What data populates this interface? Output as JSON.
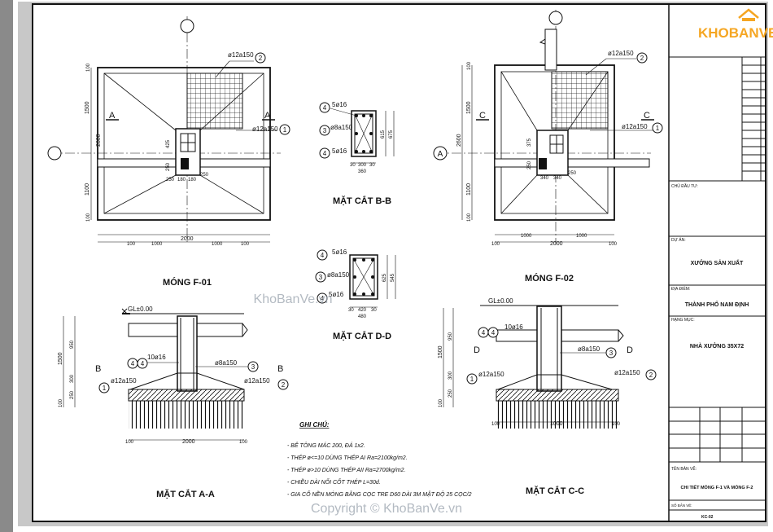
{
  "brand": {
    "logo_text": "KHOBANVE",
    "logo_color": "#f5a623",
    "watermark": "KhoBanVe.vn",
    "copyright": "Copyright © KhoBanVe.vn"
  },
  "plans": {
    "f01": {
      "title": "MÓNG F-01",
      "dims_bottom": [
        "100",
        "1000",
        "2000",
        "1000",
        "100"
      ],
      "dims_left": [
        "100",
        "1500",
        "2600",
        "1100",
        "100"
      ],
      "rebar_top": "ø12a150",
      "rebar_top_no": "2",
      "rebar_right": "ø12a150",
      "rebar_right_no": "1",
      "sec": "A",
      "col_dims": [
        "425",
        "250",
        "250",
        "180",
        "180",
        "250"
      ]
    },
    "f02": {
      "title": "MÓNG F-02",
      "dims_bottom": [
        "100",
        "1000",
        "2000",
        "1000",
        "100"
      ],
      "dims_left": [
        "100",
        "1500",
        "2600",
        "1100",
        "100"
      ],
      "rebar_top": "ø12a150",
      "rebar_top_no": "2",
      "rebar_right": "ø12a150",
      "rebar_right_no": "1",
      "sec": "C",
      "axis": "A",
      "col_dims": [
        "375",
        "250",
        "340",
        "340",
        "250"
      ]
    }
  },
  "sections": {
    "bb": {
      "title": "MẶT CẮT  B-B",
      "r4a": "5ø16",
      "r3": "ø8a150",
      "r4b": "5ø16",
      "no4": "4",
      "no3": "3",
      "dims_bottom": [
        "30",
        "300",
        "30",
        "360"
      ],
      "dims_right": [
        "675",
        "615"
      ]
    },
    "dd": {
      "title": "MẶT CẮT  D-D",
      "r4a": "5ø16",
      "r3": "ø8a150",
      "r4b": "5ø16",
      "no4": "4",
      "no3": "3",
      "dims_bottom": [
        "30",
        "420",
        "30",
        "480"
      ],
      "dims_right": [
        "545",
        "625"
      ]
    },
    "aa": {
      "title": "MẶT CẮT A-A",
      "gl": "GL±0.00",
      "r4": "10ø16",
      "r3": "ø8a150",
      "r1": "ø12a150",
      "r2": "ø12a150",
      "sec": "B",
      "dims_left": [
        "950",
        "1500",
        "300",
        "250",
        "100"
      ],
      "dims_bottom": [
        "100",
        "2000",
        "100"
      ]
    },
    "cc": {
      "title": "MẶT CẮT C-C",
      "gl": "GL±0.00",
      "r4": "10ø16",
      "r3": "ø8a150",
      "r1": "ø12a150",
      "r2": "ø12a150",
      "sec": "D",
      "dims_left": [
        "950",
        "1500",
        "300",
        "250",
        "100"
      ],
      "dims_bottom": [
        "100",
        "1000",
        "100"
      ]
    }
  },
  "notes": {
    "heading": "GHI CHÚ:",
    "lines": [
      "- BÊ TÔNG MÁC 200, ĐÁ 1x2.",
      "- THÉP   ø<=10 DÙNG THÉP AI Ra=2100kg/m2.",
      "- THÉP   ø>10 DÙNG THÉP  AII Ra=2700kg/m2.",
      "- CHIỀU DÀI NỐI CỐT THÉP  L=30d.",
      "- GIA CỐ NỀN MÓNG BẰNG CỌC TRE D60 DÀI 3M MẬT ĐỘ 25 CỌC/2"
    ]
  },
  "title_block": {
    "owner_label": "CHỦ ĐẦU TƯ:",
    "project_label": "DỰ ÁN:",
    "project": "XƯỞNG SẢN XUẤT",
    "location_label": "ĐỊA ĐIỂM:",
    "location": "THÀNH PHỐ NAM ĐỊNH",
    "item_label": "HẠNG MỤC:",
    "item": "NHÀ XƯỞNG 35X72",
    "drawing_label": "TÊN BẢN VẼ:",
    "drawing": "CHI TIẾT MÓNG F-1 VÀ MÓNG F-2",
    "sheet_label": "SỐ BẢN VẼ:",
    "sheet": "KC-02"
  }
}
